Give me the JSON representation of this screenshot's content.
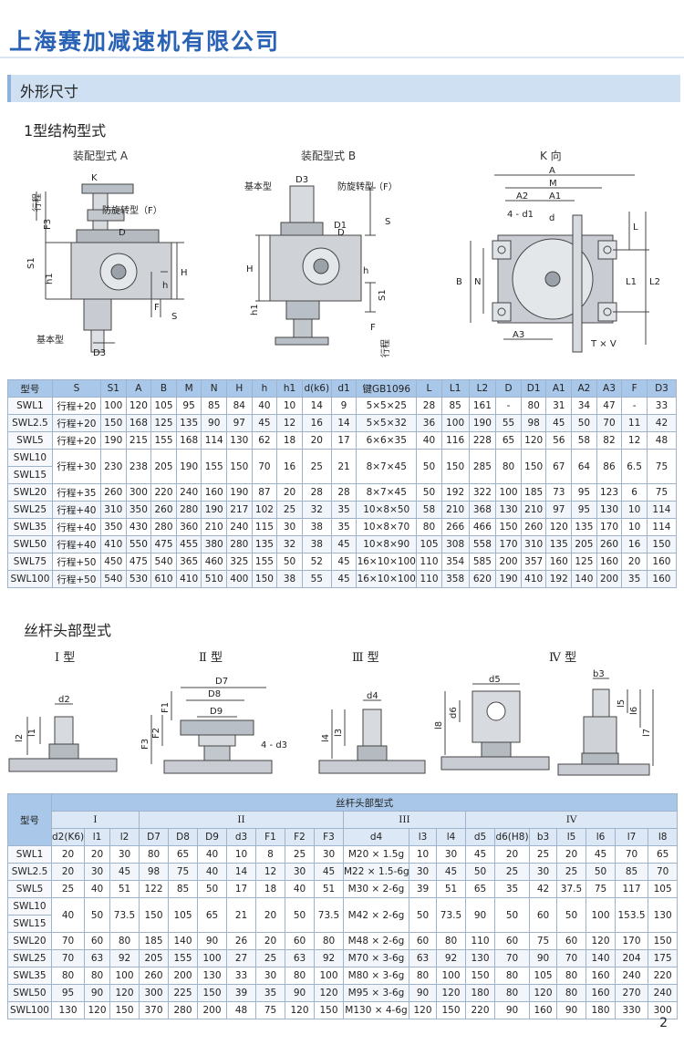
{
  "header": {
    "company": "上海赛加减速机有限公司",
    "section": "外形尺寸"
  },
  "structure": {
    "title": "1型结构型式",
    "captions": {
      "a": "装配型式 A",
      "b": "装配型式 B",
      "k": "K 向"
    },
    "labels_a": {
      "k": "K",
      "stroke": "行程",
      "f3": "F3",
      "s1": "S1",
      "h1": "h1",
      "anti": "防旋转型（F）",
      "d": "D",
      "h": "H",
      "h_small": "h",
      "f": "F",
      "s": "S",
      "base": "基本型",
      "d3": "D3"
    },
    "labels_b": {
      "d3": "D3",
      "base": "基本型",
      "anti": "防旋转型（F）",
      "d1": "D1",
      "s": "S",
      "h": "H",
      "h_small": "h",
      "d": "D",
      "h1": "h1",
      "s1": "S1",
      "f": "F",
      "stroke": "行程"
    },
    "labels_k": {
      "a": "A",
      "m": "M",
      "a2": "A2",
      "a1": "A1",
      "d1": "4 - d1",
      "d": "d",
      "l": "L",
      "b": "B",
      "n": "N",
      "l1": "L1",
      "l2": "L2",
      "a3": "A3",
      "tv": "T × V"
    }
  },
  "table1": {
    "headers": [
      "型号",
      "S",
      "S1",
      "A",
      "B",
      "M",
      "N",
      "H",
      "h",
      "h1",
      "d(k6)",
      "d1",
      "键GB1096",
      "L",
      "L1",
      "L2",
      "D",
      "D1",
      "A1",
      "A2",
      "A3",
      "F",
      "D3"
    ],
    "rows": [
      [
        "SWL1",
        "行程+20",
        "100",
        "120",
        "105",
        "95",
        "85",
        "84",
        "40",
        "10",
        "14",
        "9",
        "5×5×25",
        "28",
        "85",
        "161",
        "-",
        "80",
        "31",
        "34",
        "47",
        "-",
        "33"
      ],
      [
        "SWL2.5",
        "行程+20",
        "150",
        "168",
        "125",
        "135",
        "90",
        "97",
        "45",
        "12",
        "16",
        "14",
        "5×5×32",
        "36",
        "100",
        "190",
        "55",
        "98",
        "45",
        "50",
        "70",
        "11",
        "42"
      ],
      [
        "SWL5",
        "行程+20",
        "190",
        "215",
        "155",
        "168",
        "114",
        "130",
        "62",
        "18",
        "20",
        "17",
        "6×6×35",
        "40",
        "116",
        "228",
        "65",
        "120",
        "56",
        "58",
        "82",
        "12",
        "48"
      ],
      [
        "SWL10",
        "行程+30",
        "230",
        "238",
        "205",
        "190",
        "155",
        "150",
        "70",
        "16",
        "25",
        "21",
        "8×7×45",
        "50",
        "150",
        "285",
        "80",
        "150",
        "67",
        "64",
        "86",
        "6.5",
        "75"
      ],
      [
        "SWL20",
        "行程+35",
        "260",
        "300",
        "220",
        "240",
        "160",
        "190",
        "87",
        "20",
        "28",
        "28",
        "8×7×45",
        "50",
        "192",
        "322",
        "100",
        "185",
        "73",
        "95",
        "123",
        "6",
        "75"
      ],
      [
        "SWL25",
        "行程+40",
        "310",
        "350",
        "260",
        "280",
        "190",
        "217",
        "102",
        "25",
        "32",
        "35",
        "10×8×50",
        "58",
        "210",
        "368",
        "130",
        "210",
        "97",
        "95",
        "130",
        "10",
        "114"
      ],
      [
        "SWL35",
        "行程+40",
        "350",
        "430",
        "280",
        "360",
        "210",
        "240",
        "115",
        "30",
        "38",
        "35",
        "10×8×70",
        "80",
        "266",
        "466",
        "150",
        "260",
        "120",
        "135",
        "170",
        "10",
        "114"
      ],
      [
        "SWL50",
        "行程+40",
        "410",
        "550",
        "475",
        "455",
        "380",
        "280",
        "135",
        "32",
        "38",
        "45",
        "10×8×90",
        "105",
        "308",
        "558",
        "170",
        "310",
        "135",
        "205",
        "260",
        "16",
        "150"
      ],
      [
        "SWL75",
        "行程+50",
        "450",
        "475",
        "540",
        "365",
        "460",
        "325",
        "155",
        "50",
        "52",
        "45",
        "16×10×100",
        "110",
        "354",
        "585",
        "200",
        "357",
        "160",
        "125",
        "160",
        "20",
        "160"
      ],
      [
        "SWL100",
        "行程+50",
        "540",
        "530",
        "610",
        "410",
        "510",
        "400",
        "150",
        "38",
        "55",
        "45",
        "16×10×100",
        "110",
        "358",
        "620",
        "190",
        "410",
        "192",
        "140",
        "200",
        "35",
        "160"
      ]
    ],
    "merged_model": "SWL15"
  },
  "screw": {
    "title": "丝杆头部型式",
    "types": [
      "Ⅰ 型",
      "Ⅱ 型",
      "Ⅲ 型",
      "Ⅳ 型"
    ],
    "labels_1": {
      "d2": "d2",
      "l1": "l1",
      "l2": "l2"
    },
    "labels_2": {
      "d7": "D7",
      "d8": "D8",
      "d9": "D9",
      "f1": "F1",
      "f2": "F2",
      "f3": "F3",
      "d3": "4 - d3"
    },
    "labels_3": {
      "d4": "d4",
      "l3": "l3",
      "l4": "l4"
    },
    "labels_4a": {
      "d5": "d5",
      "d6": "d6",
      "l8": "l8"
    },
    "labels_4b": {
      "b3": "b3",
      "l5": "l5",
      "l6": "l6",
      "l7": "l7"
    }
  },
  "table2": {
    "group_title": "丝杆头部型式",
    "model_header": "型号",
    "groups": [
      "I",
      "II",
      "III",
      "IV"
    ],
    "headers": [
      "d2(K6)",
      "l1",
      "l2",
      "D7",
      "D8",
      "D9",
      "d3",
      "F1",
      "F2",
      "F3",
      "d4",
      "l3",
      "l4",
      "d5",
      "d6(H8)",
      "b3",
      "l5",
      "l6",
      "l7",
      "l8"
    ],
    "rows": [
      [
        "SWL1",
        "20",
        "20",
        "30",
        "80",
        "65",
        "40",
        "10",
        "8",
        "25",
        "30",
        "M20 × 1.5g",
        "10",
        "30",
        "45",
        "20",
        "25",
        "20",
        "45",
        "70",
        "65"
      ],
      [
        "SWL2.5",
        "20",
        "30",
        "45",
        "98",
        "75",
        "40",
        "14",
        "12",
        "30",
        "45",
        "M22 × 1.5-6g",
        "30",
        "45",
        "50",
        "25",
        "30",
        "25",
        "50",
        "85",
        "70"
      ],
      [
        "SWL5",
        "25",
        "40",
        "51",
        "122",
        "85",
        "50",
        "17",
        "18",
        "40",
        "51",
        "M30 × 2-6g",
        "39",
        "51",
        "65",
        "35",
        "42",
        "37.5",
        "75",
        "117",
        "105"
      ],
      [
        "SWL10",
        "40",
        "50",
        "73.5",
        "150",
        "105",
        "65",
        "21",
        "20",
        "50",
        "73.5",
        "M42 × 2-6g",
        "50",
        "73.5",
        "90",
        "50",
        "60",
        "50",
        "100",
        "153.5",
        "130"
      ],
      [
        "SWL20",
        "70",
        "60",
        "80",
        "185",
        "140",
        "90",
        "26",
        "20",
        "60",
        "80",
        "M48 × 2-6g",
        "60",
        "80",
        "110",
        "60",
        "75",
        "60",
        "120",
        "170",
        "150"
      ],
      [
        "SWL25",
        "70",
        "63",
        "92",
        "205",
        "155",
        "100",
        "27",
        "25",
        "63",
        "92",
        "M70 × 3-6g",
        "63",
        "92",
        "130",
        "70",
        "90",
        "70",
        "140",
        "204",
        "175"
      ],
      [
        "SWL35",
        "80",
        "80",
        "100",
        "260",
        "200",
        "130",
        "33",
        "30",
        "80",
        "100",
        "M80 × 3-6g",
        "80",
        "100",
        "150",
        "80",
        "105",
        "80",
        "160",
        "240",
        "220"
      ],
      [
        "SWL50",
        "95",
        "90",
        "120",
        "300",
        "225",
        "150",
        "39",
        "35",
        "90",
        "120",
        "M95 × 3-6g",
        "90",
        "120",
        "180",
        "80",
        "120",
        "80",
        "160",
        "270",
        "240"
      ],
      [
        "SWL100",
        "130",
        "120",
        "150",
        "370",
        "280",
        "200",
        "48",
        "75",
        "120",
        "150",
        "M130 × 4-6g",
        "120",
        "150",
        "220",
        "90",
        "160",
        "90",
        "180",
        "330",
        "300"
      ]
    ],
    "merged_model": "SWL15"
  },
  "page": "2"
}
